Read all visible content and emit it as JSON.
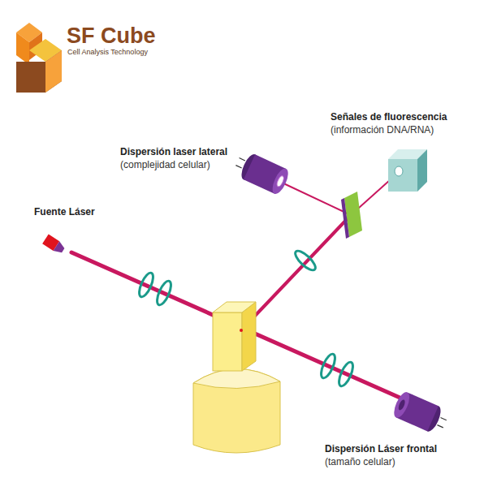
{
  "diagram": {
    "labels": [
      "SF Cube",
      "Cell Analysis Technology",
      "Señales de fluorescencia",
      "(información DNA/RNA)",
      "Dispersión laser lateral",
      "(complejidad celular)",
      "Fuente Láser",
      "Dispersión Láser frontal",
      "(tamaño celular)"
    ]
  }
}
